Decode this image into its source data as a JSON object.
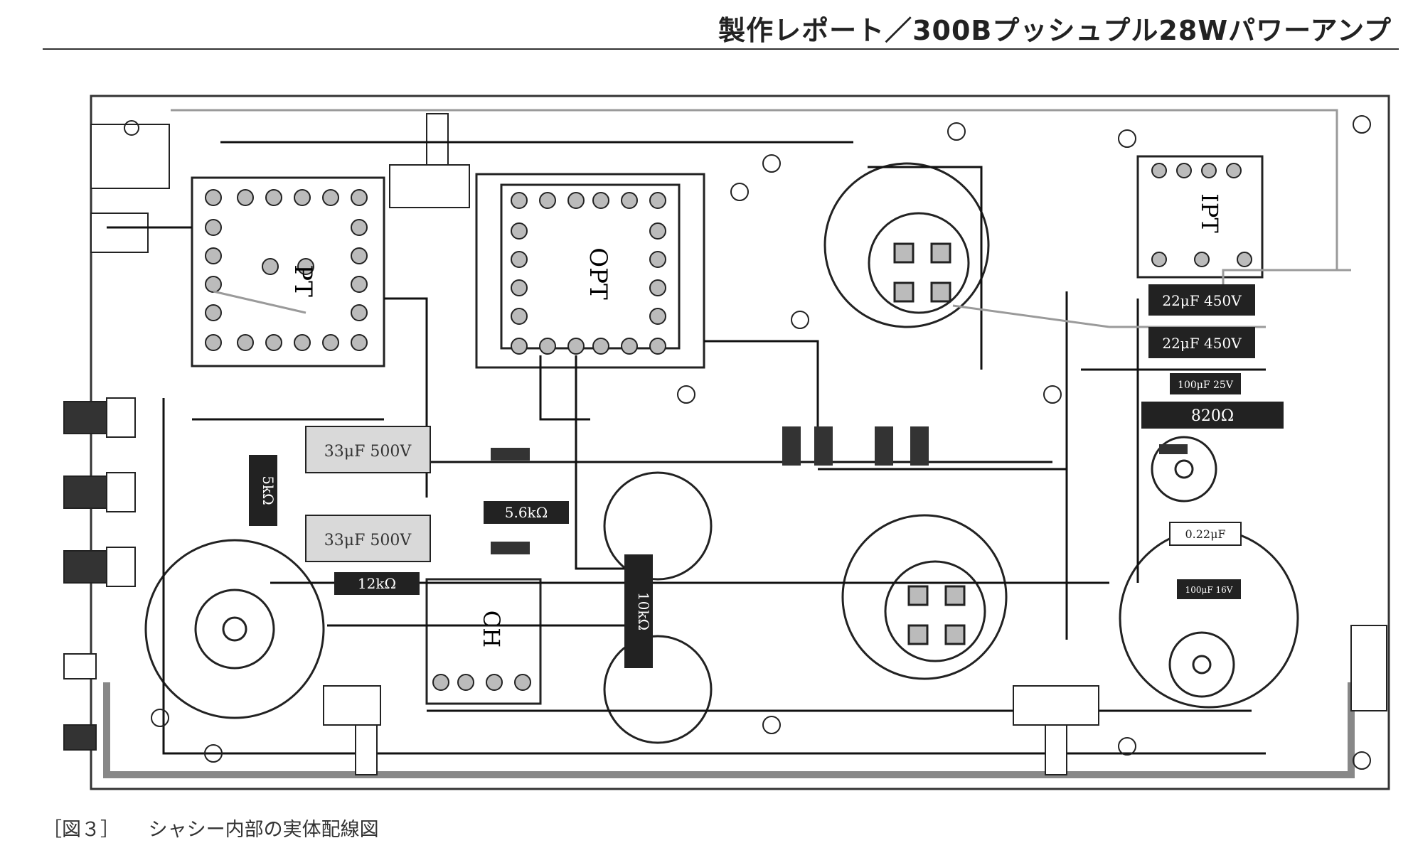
{
  "header": {
    "title": "製作レポート／300Bプッシュプル28Wパワーアンプ"
  },
  "caption": {
    "number": "［図３］",
    "text": "シャシー内部の実体配線図"
  },
  "components": {
    "pt": "PT",
    "opt": "OPT",
    "ipt": "IPT",
    "ch": "CH",
    "cap_33uf_a": "33μF 500V",
    "cap_33uf_b": "33μF 500V",
    "res_5k": "5kΩ",
    "res_5_6k": "5.6kΩ",
    "res_12k": "12kΩ",
    "res_10k": "10kΩ",
    "cap_22uf_a": "22μF 450V",
    "cap_22uf_b": "22μF 450V",
    "cap_100uf_25v": "100μF 25V",
    "res_820": "820Ω",
    "cap_0_22uf": "0.22μF",
    "cap_100uf_16v": "100μF 16V"
  },
  "colors": {
    "wire": "#111111",
    "gray_wire": "#9a9a9a",
    "chassis": "#333333",
    "resistor": "#222222",
    "cap_fill": "#d9d9d9"
  }
}
